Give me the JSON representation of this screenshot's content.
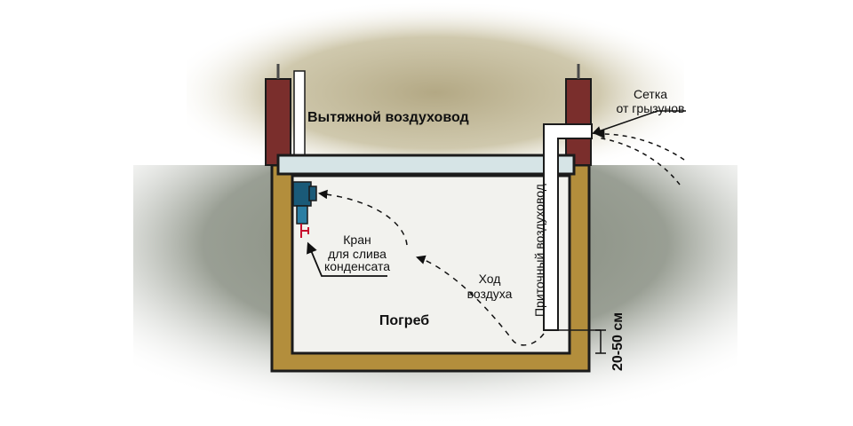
{
  "colors": {
    "background": "#ffffff",
    "above_ground_haze": "#b3a884",
    "soil": "#7f8677",
    "brick": "#7a2e2c",
    "cellar_wall": "#b38e3c",
    "cellar_interior": "#f2f2ee",
    "ceiling_slab": "#d6e4e6",
    "exhaust_fitting": "#1a5a78",
    "drain_valve": "#c8102e",
    "outline": "#1b1b1b"
  },
  "labels": {
    "exhaust_duct": "Вытяжной воздуховод",
    "rodent_mesh_line1": "Сетка",
    "rodent_mesh_line2": "от грызунов",
    "supply_duct": "Приточный воздуховод",
    "drain_valve_line1": "Кран",
    "drain_valve_line2": "для слива",
    "drain_valve_line3": "конденсата",
    "airflow_line1": "Ход",
    "airflow_line2": "воздуха",
    "cellar": "Погреб",
    "gap_dimension": "20-50 см"
  },
  "icons": [
    "brick-pillar",
    "exhaust-pipe",
    "supply-pipe",
    "condensate-drain-valve",
    "airflow-arrow",
    "rodent-mesh"
  ]
}
